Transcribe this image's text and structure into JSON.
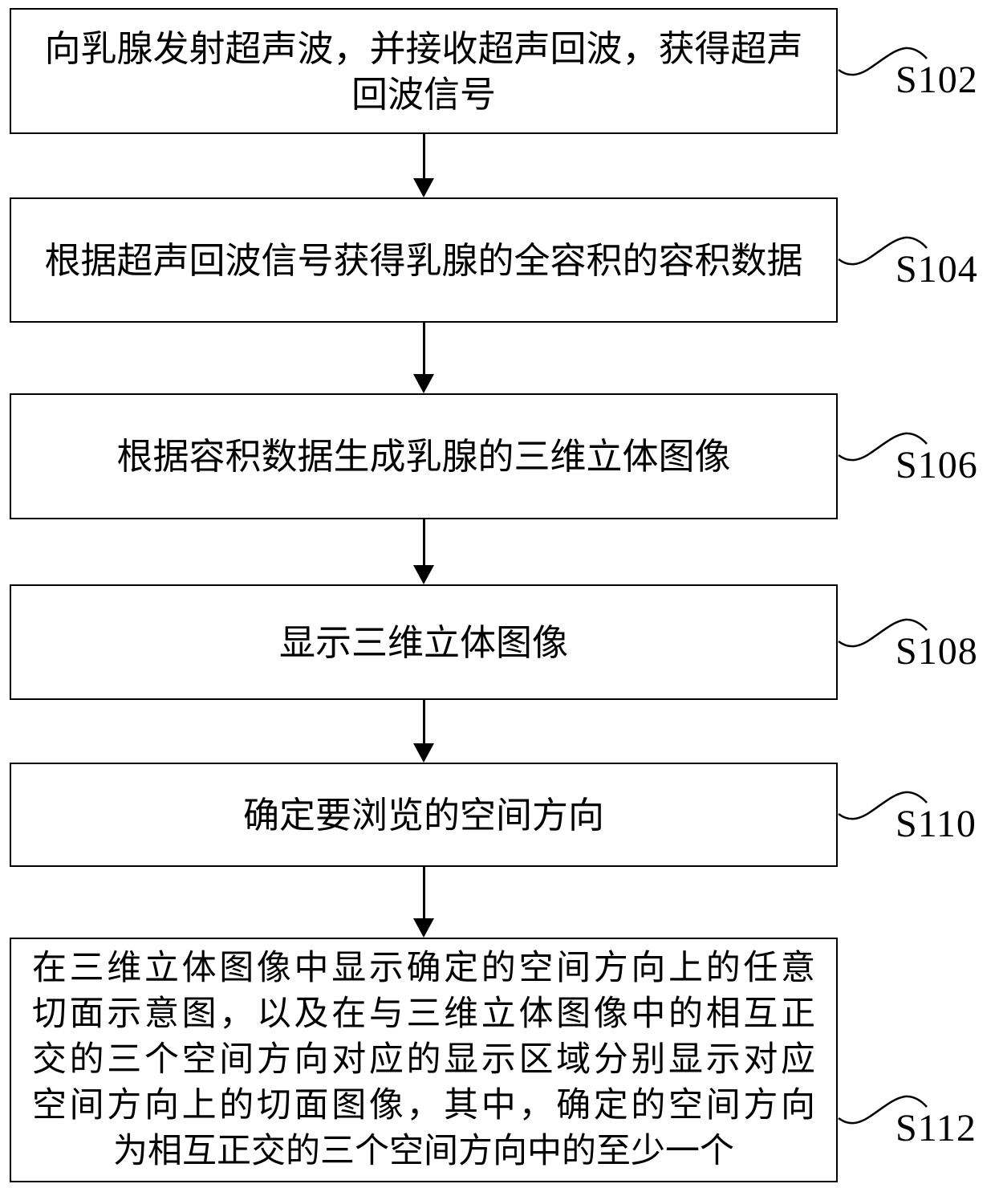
{
  "figure": {
    "type": "flowchart",
    "colors": {
      "ink": "#000000",
      "background": "#ffffff"
    },
    "steps": [
      {
        "label": "S102",
        "text": "向乳腺发射超声波，并接收超声回波，获得超声回波信号",
        "lines": [
          "向乳腺发射超声波，并接收超声回波，获得超声",
          "回波信号"
        ]
      },
      {
        "label": "S104",
        "text": "根据超声回波信号获得乳腺的全容积的容积数据",
        "lines": [
          "根据超声回波信号获得乳腺的全容积的容积数据"
        ]
      },
      {
        "label": "S106",
        "text": "根据容积数据生成乳腺的三维立体图像",
        "lines": [
          "根据容积数据生成乳腺的三维立体图像"
        ]
      },
      {
        "label": "S108",
        "text": "显示三维立体图像",
        "lines": [
          "显示三维立体图像"
        ]
      },
      {
        "label": "S110",
        "text": "确定要浏览的空间方向",
        "lines": [
          "确定要浏览的空间方向"
        ]
      },
      {
        "label": "S112",
        "text": "在三维立体图像中显示确定的空间方向上的任意切面示意图，以及在与三维立体图像中的相互正交的三个空间方向对应的显示区域分别显示对应空间方向上的切面图像，其中，确定的空间方向为相互正交的三个空间方向中的至少一个",
        "lines": [
          "在三维立体图像中显示确定的空间方向上的任意",
          "切面示意图，以及在与三维立体图像中的相互正",
          "交的三个空间方向对应的显示区域分别显示对应",
          "空间方向上的切面图像，其中，确定的空间方向",
          "为相互正交的三个空间方向中的至少一个"
        ]
      }
    ]
  }
}
